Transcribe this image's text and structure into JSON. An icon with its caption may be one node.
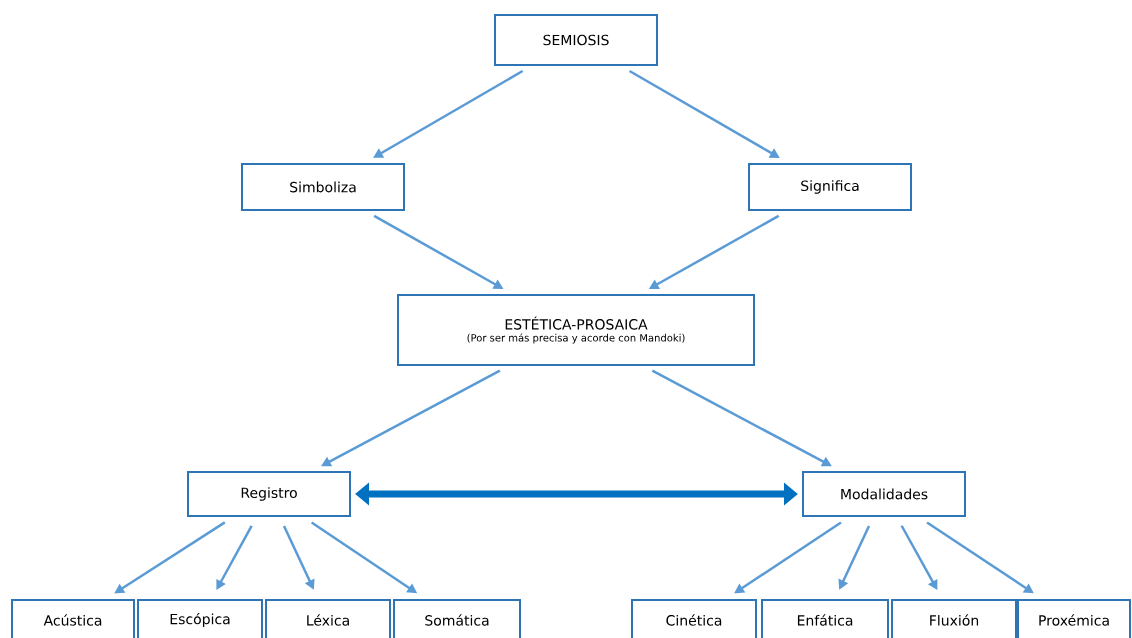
{
  "diagram": {
    "nodes": [
      {
        "text": [
          "SEMIOSIS"
        ]
      },
      {
        "text": [
          "Simboliza"
        ]
      },
      {
        "text": [
          "Significa"
        ]
      },
      {
        "text": [
          "ESTÉTICA-PROSAICA",
          "(Por ser más precisa y acorde con Mandoki)"
        ]
      },
      {
        "text": [
          "Registro"
        ]
      },
      {
        "text": [
          "Modalidades"
        ]
      },
      {
        "text": [
          "Acústica"
        ]
      },
      {
        "text": [
          "Escópica"
        ]
      },
      {
        "text": [
          "Léxica"
        ]
      },
      {
        "text": [
          "Somática"
        ]
      },
      {
        "text": [
          "Cinética"
        ]
      },
      {
        "text": [
          "Enfática"
        ]
      },
      {
        "text": [
          "Fluxión"
        ]
      },
      {
        "text": [
          "Proxémica"
        ]
      }
    ],
    "edges": [
      {
        "from": 0,
        "to": 1,
        "arrow": "to"
      },
      {
        "from": 0,
        "to": 2,
        "arrow": "to"
      },
      {
        "from": 1,
        "to": 3,
        "arrow": "to"
      },
      {
        "from": 2,
        "to": 3,
        "arrow": "to"
      },
      {
        "from": 3,
        "to": 4,
        "arrow": "to"
      },
      {
        "from": 3,
        "to": 5,
        "arrow": "to"
      },
      {
        "from": 4,
        "to": 5,
        "arrow": "both",
        "style": "thick",
        "color": "#0070c0"
      },
      {
        "from": 4,
        "to": 6,
        "arrow": "to"
      },
      {
        "from": 4,
        "to": 7,
        "arrow": "to"
      },
      {
        "from": 4,
        "to": 8,
        "arrow": "to"
      },
      {
        "from": 4,
        "to": 9,
        "arrow": "to"
      },
      {
        "from": 5,
        "to": 10,
        "arrow": "to"
      },
      {
        "from": 5,
        "to": 11,
        "arrow": "to"
      },
      {
        "from": 5,
        "to": 12,
        "arrow": "to"
      },
      {
        "from": 5,
        "to": 13,
        "arrow": "to"
      }
    ]
  }
}
